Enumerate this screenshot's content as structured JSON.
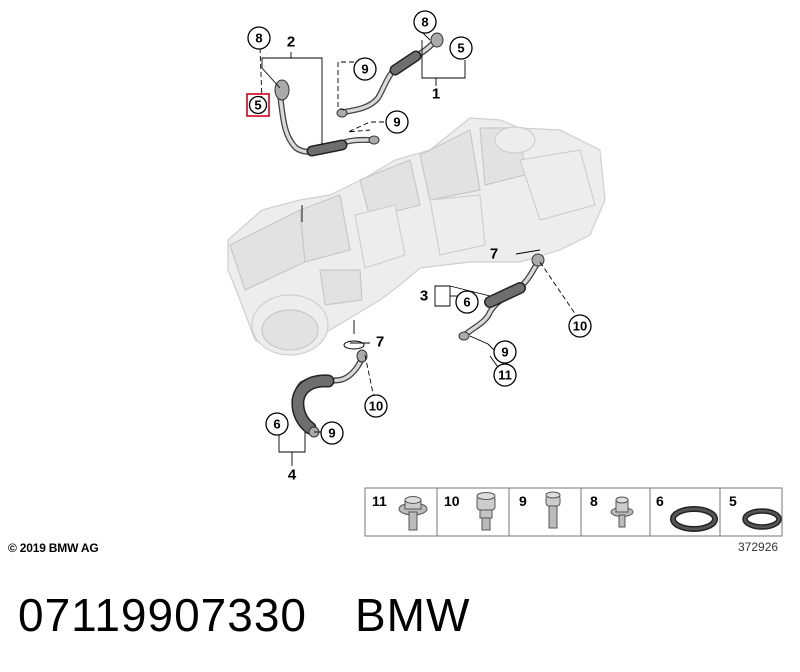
{
  "callouts": [
    {
      "id": "c8a",
      "label": "8"
    },
    {
      "id": "c5a",
      "label": "5",
      "highlighted": true
    },
    {
      "id": "c9a",
      "label": "9"
    },
    {
      "id": "c8b",
      "label": "8"
    },
    {
      "id": "c5b",
      "label": "5"
    },
    {
      "id": "c9b",
      "label": "9"
    },
    {
      "id": "c6a",
      "label": "6"
    },
    {
      "id": "c10a",
      "label": "10"
    },
    {
      "id": "c9c",
      "label": "9"
    },
    {
      "id": "c11a",
      "label": "11"
    },
    {
      "id": "c10b",
      "label": "10"
    },
    {
      "id": "c6b",
      "label": "6"
    },
    {
      "id": "c9d",
      "label": "9"
    }
  ],
  "group_labels": [
    "2",
    "1",
    "3",
    "7",
    "7",
    "4"
  ],
  "legend": {
    "items": [
      {
        "number": "11",
        "part": "bolt-flanged"
      },
      {
        "number": "10",
        "part": "bolt-shouldered"
      },
      {
        "number": "9",
        "part": "bolt-short"
      },
      {
        "number": "8",
        "part": "bolt-small"
      },
      {
        "number": "6",
        "part": "o-ring-large"
      },
      {
        "number": "5",
        "part": "o-ring-small"
      }
    ]
  },
  "copyright": "© 2019 BMW AG",
  "diagram_id": "372926",
  "caption": {
    "part_number": "07119907330",
    "brand": "BMW"
  },
  "colors": {
    "highlight": "#d0021b",
    "engine": "#ededed",
    "hose": "#6e6e6e"
  }
}
